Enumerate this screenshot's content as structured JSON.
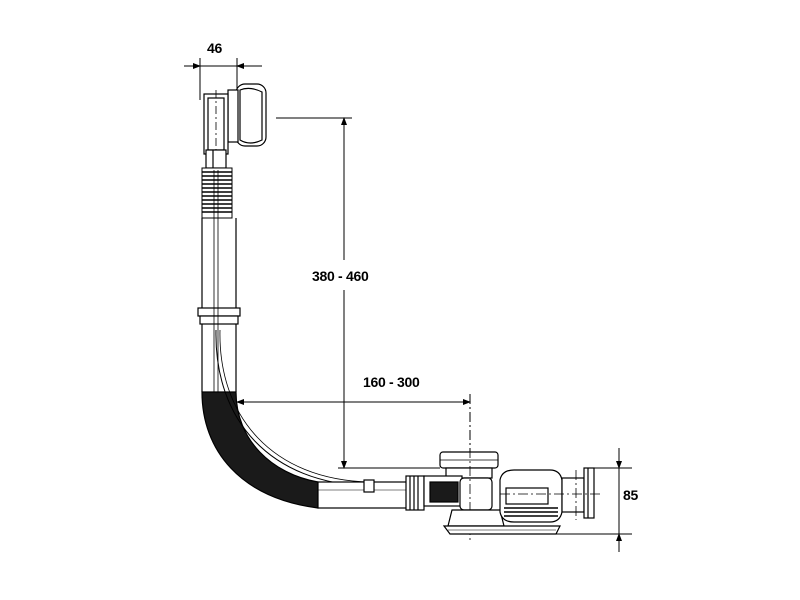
{
  "dimensions": {
    "overflow_width": "46",
    "vertical_range": "380 - 460",
    "horizontal_range": "160 - 300",
    "drain_height": "85"
  },
  "colors": {
    "line": "#000000",
    "background": "#ffffff",
    "rubber_fill": "#1a1a1a"
  }
}
